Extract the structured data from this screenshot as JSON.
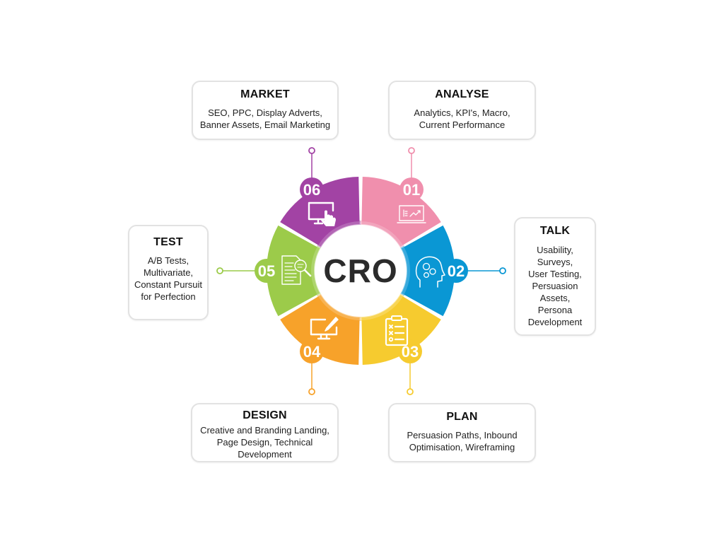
{
  "center": {
    "label": "CRO"
  },
  "steps": [
    {
      "number": "01",
      "title": "ANALYSE",
      "description": "Analytics, KPI's, Macro,\nCurrent Performance",
      "color": "#F08FAD",
      "icon": "laptop-chart-icon"
    },
    {
      "number": "02",
      "title": "TALK",
      "description": "Usability,\nSurveys,\nUser Testing,\nPersuasion\nAssets,\nPersona\nDevelopment",
      "color": "#0A97D4",
      "icon": "head-gears-icon"
    },
    {
      "number": "03",
      "title": "PLAN",
      "description": "Persuasion Paths, Inbound\nOptimisation, Wireframing",
      "color": "#F6CB2F",
      "icon": "clipboard-checklist-icon"
    },
    {
      "number": "04",
      "title": "DESIGN",
      "description": "Creative and Branding Landing,\nPage Design, Technical\nDevelopment",
      "color": "#F7A22A",
      "icon": "monitor-pen-icon"
    },
    {
      "number": "05",
      "title": "TEST",
      "description": "A/B Tests,\nMultivariate,\nConstant Pursuit\nfor Perfection",
      "color": "#9CCB4A",
      "icon": "document-magnifier-icon"
    },
    {
      "number": "06",
      "title": "MARKET",
      "description": "SEO, PPC, Display Adverts,\nBanner Assets, Email Marketing",
      "color": "#A243A4",
      "icon": "monitor-touch-icon"
    }
  ]
}
